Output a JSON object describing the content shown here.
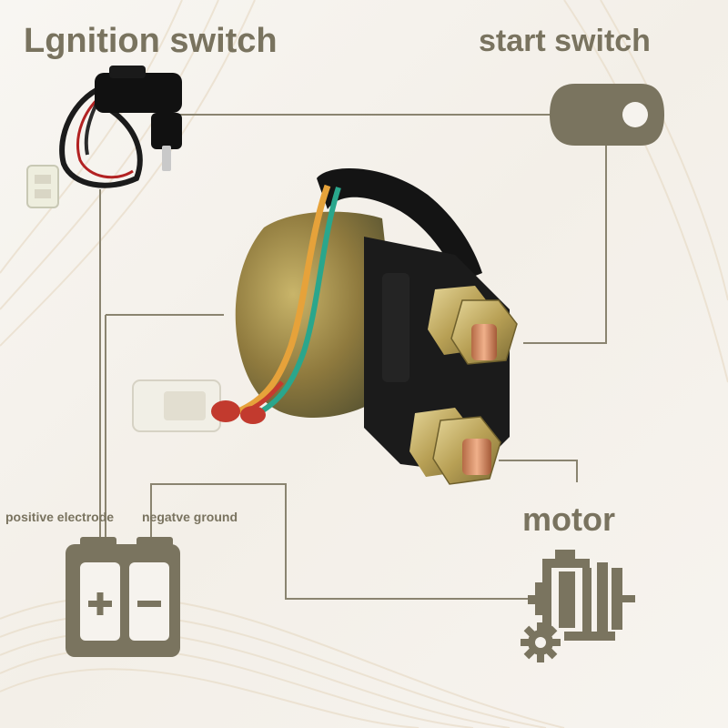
{
  "labels": {
    "ignition_switch": "Lgnition switch",
    "start_switch": "start switch",
    "motor": "motor",
    "positive_electrode": "positive electrode",
    "negative_ground": "negatve ground"
  },
  "battery_symbols": {
    "plus": "+",
    "minus": "−"
  },
  "colors": {
    "accent": "#79735f",
    "line": "#8a8470",
    "background": "#f6f3ee"
  },
  "icons": [
    "ignition-switch-image",
    "start-switch-icon",
    "solenoid-relay-image",
    "battery-icon",
    "motor-icon",
    "gear-icon"
  ]
}
